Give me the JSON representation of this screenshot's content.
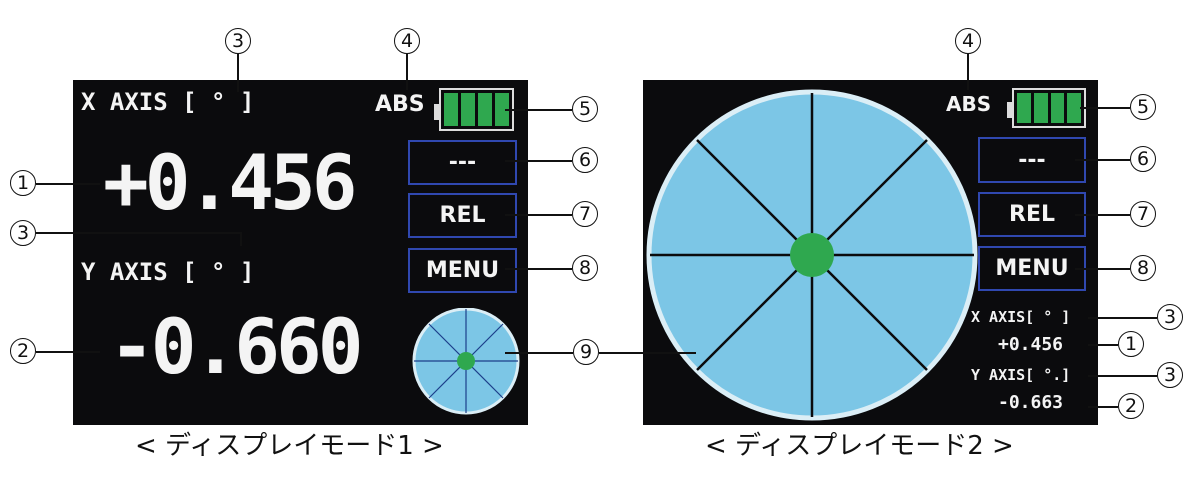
{
  "mode1": {
    "caption": "< ディスプレイモード1 >",
    "x_label": "X AXIS [ ° ]",
    "x_value": "+0.456",
    "y_label": "Y AXIS [ ° ]",
    "y_value": "-0.660",
    "mode": "ABS",
    "btn_blank": "---",
    "btn_rel": "REL",
    "btn_menu": "MENU",
    "battery_level": 4
  },
  "mode2": {
    "caption": "< ディスプレイモード2 >",
    "x_label": "X AXIS[ ° ]",
    "x_value": "+0.456",
    "y_label": "Y AXIS[ °.]",
    "y_value": "-0.663",
    "mode": "ABS",
    "btn_blank": "---",
    "btn_rel": "REL",
    "btn_menu": "MENU",
    "battery_level": 4
  },
  "callouts": {
    "c1": "1",
    "c2": "2",
    "c3": "3",
    "c4": "4",
    "c5": "5",
    "c6": "6",
    "c7": "7",
    "c8": "8",
    "c9": "9"
  },
  "colors": {
    "screen": "#0b0b0d",
    "button_border": "#3048b0",
    "battery": "#2fa84f",
    "level_fill": "#7cc6e6",
    "bubble": "#2fa84f"
  }
}
